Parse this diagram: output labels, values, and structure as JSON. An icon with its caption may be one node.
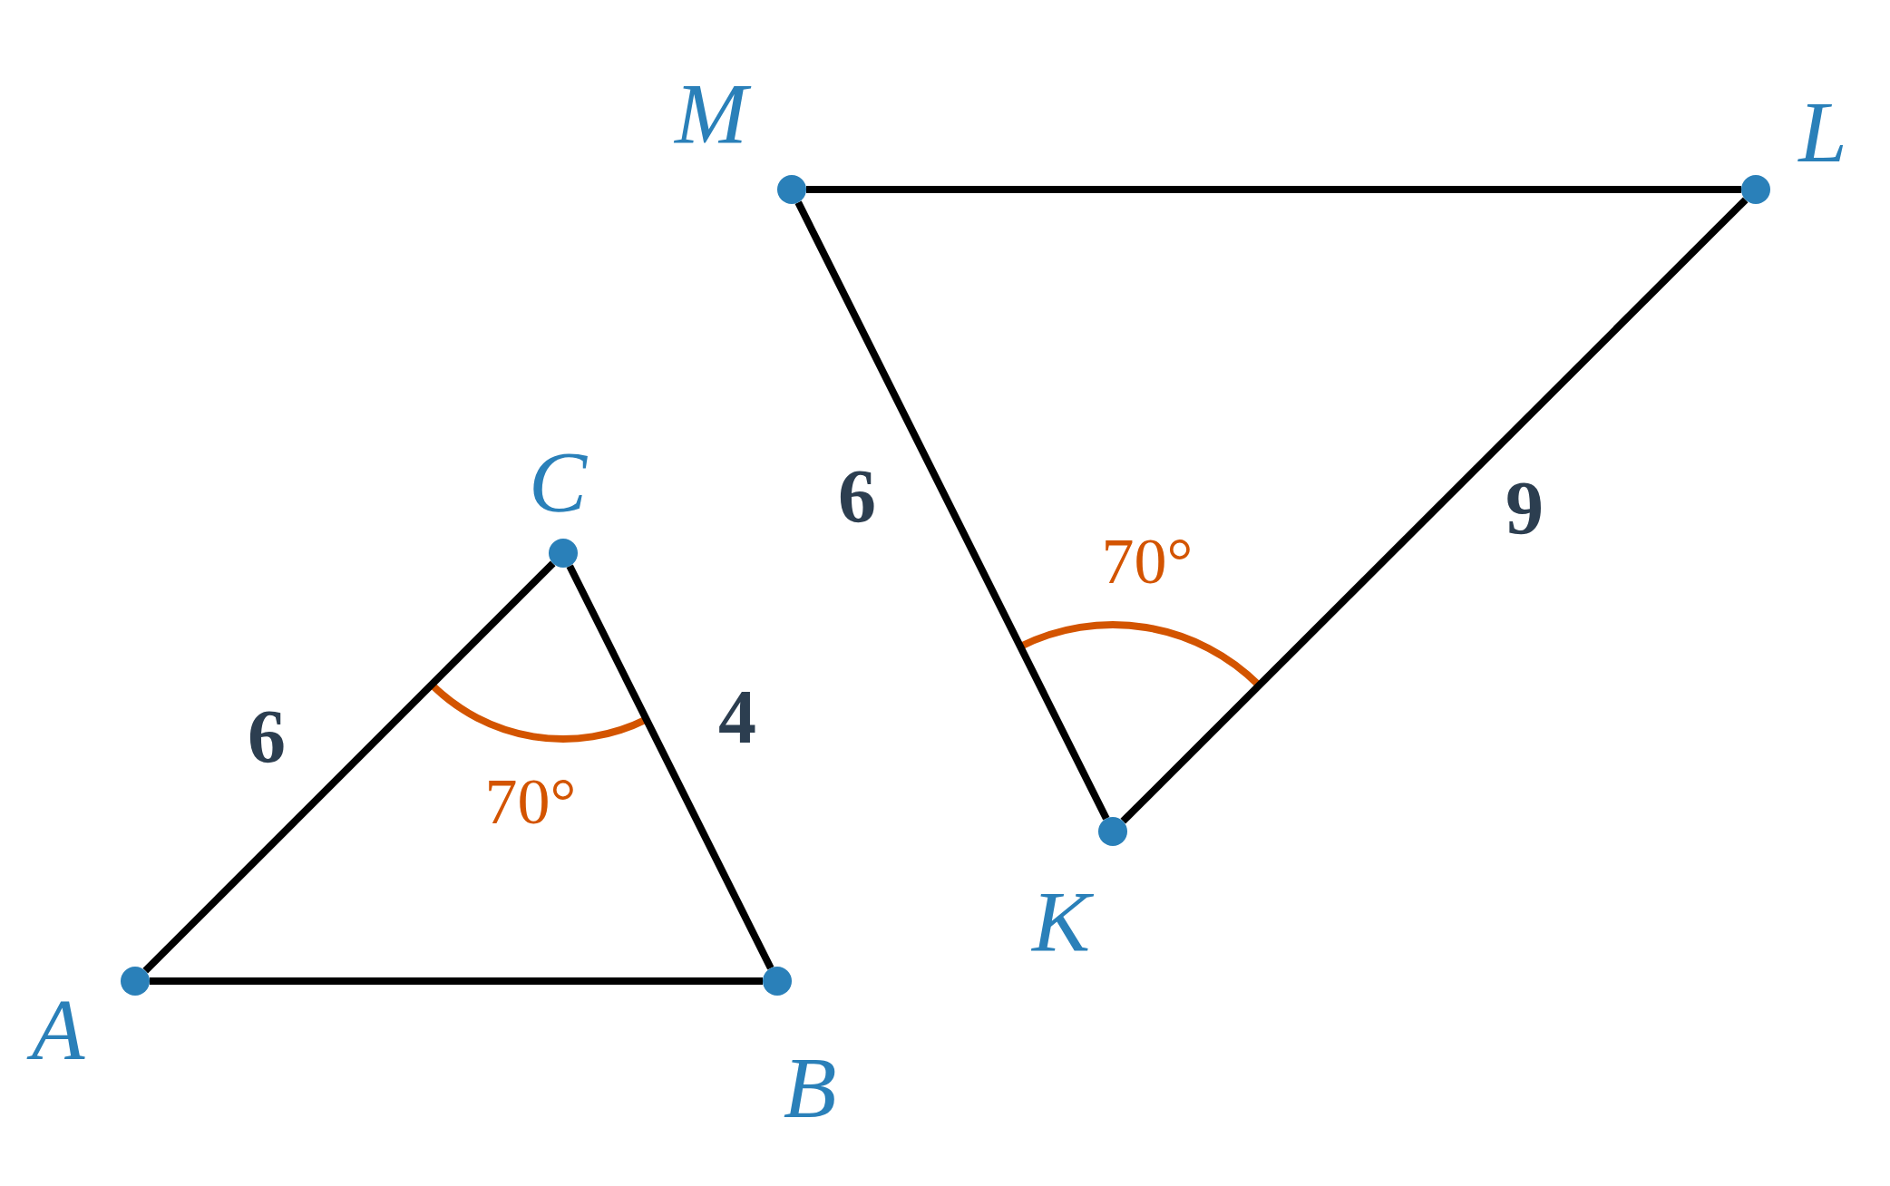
{
  "diagram": {
    "nodes": [
      {
        "text": [],
        "shape": "circle",
        "beside": [
          "A"
        ]
      },
      {
        "text": [],
        "shape": "circle",
        "beside": [
          "B"
        ]
      },
      {
        "text": [],
        "shape": "circle",
        "beside": [
          "C"
        ]
      },
      {
        "text": [],
        "shape": "circle",
        "beside": [
          "M"
        ]
      },
      {
        "text": [],
        "shape": "circle",
        "beside": [
          "L"
        ]
      },
      {
        "text": [],
        "shape": "circle",
        "beside": [
          "K"
        ]
      }
    ],
    "edges": [
      {
        "from": 0,
        "to": 2,
        "arrow": "none",
        "label": "6"
      },
      {
        "from": 2,
        "to": 1,
        "arrow": "none",
        "label": "4"
      },
      {
        "from": 0,
        "to": 1,
        "arrow": "none"
      },
      {
        "from": 3,
        "to": 4,
        "arrow": "none"
      },
      {
        "from": 3,
        "to": 5,
        "arrow": "none",
        "label": "6"
      },
      {
        "from": 5,
        "to": 4,
        "arrow": "none",
        "label": "9"
      }
    ],
    "labels": [
      "70°",
      "70°"
    ]
  }
}
